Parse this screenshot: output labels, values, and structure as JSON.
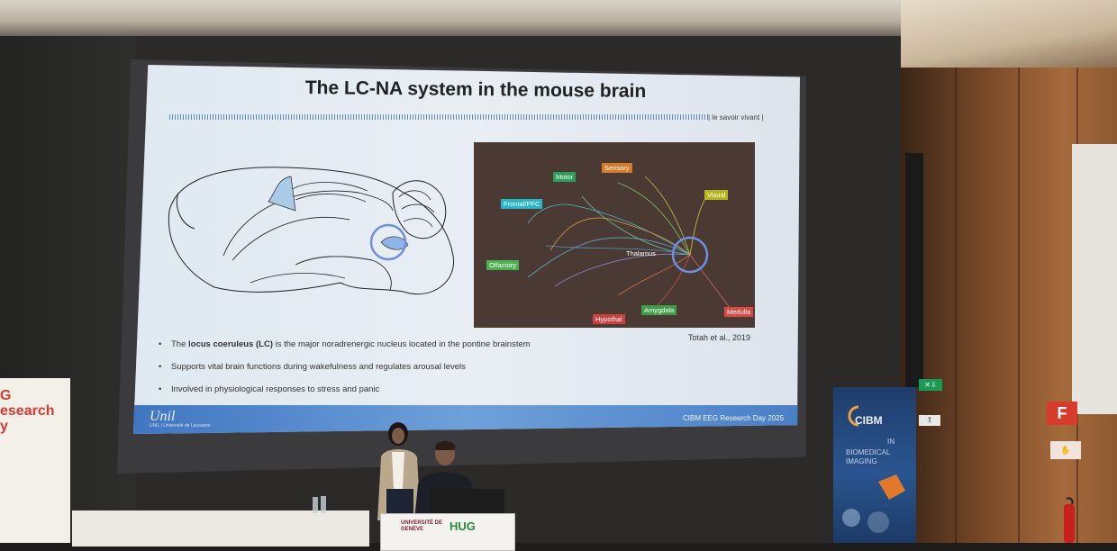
{
  "slide": {
    "title": "The LC-NA system in the mouse brain",
    "tagline": "| le savoir vivant |",
    "figure_labels": {
      "motor": "Motor",
      "sensory": "Sensory",
      "visual": "Visual",
      "frontal": "Frontal/PFC",
      "thalamus": "Thalamus",
      "olfactory": "Olfactory",
      "amygdala": "Amygdala",
      "medulla": "Medulla",
      "hypothal": "Hypothal"
    },
    "citation": "Totah et al., 2019",
    "bullets": [
      {
        "before": "The ",
        "bold": "locus coeruleus (LC)",
        "after": " is the major noradrenergic nucleus located in the pontine brainstem"
      },
      {
        "before": "Supports vital brain functions during wakefulness and regulates arousal levels",
        "bold": "",
        "after": ""
      },
      {
        "before": "Involved in physiological responses to stress and panic",
        "bold": "",
        "after": ""
      }
    ],
    "footer": {
      "logo": "Unil",
      "logo_sub": "UNIL | Université de Lausanne",
      "event": "CIBM EEG Research Day 2025"
    }
  },
  "banner_left": {
    "line1": "G",
    "line2": "esearch",
    "line3": "y"
  },
  "banner_right": {
    "brand": "CIBM",
    "tag": "IN",
    "line1": "BIOMEDICAL",
    "line2": "IMAGING"
  },
  "podium": {
    "university": "UNIVERSITÉ DE GENÈVE",
    "hospital": "HUG"
  },
  "signs": {
    "fire": "F"
  },
  "colors": {
    "slide_bg": "#e4ebf2",
    "footer_blue": "#4a7fc6",
    "panel_bg": "#4b3a33",
    "lc_circle": "#6f8fe0"
  }
}
